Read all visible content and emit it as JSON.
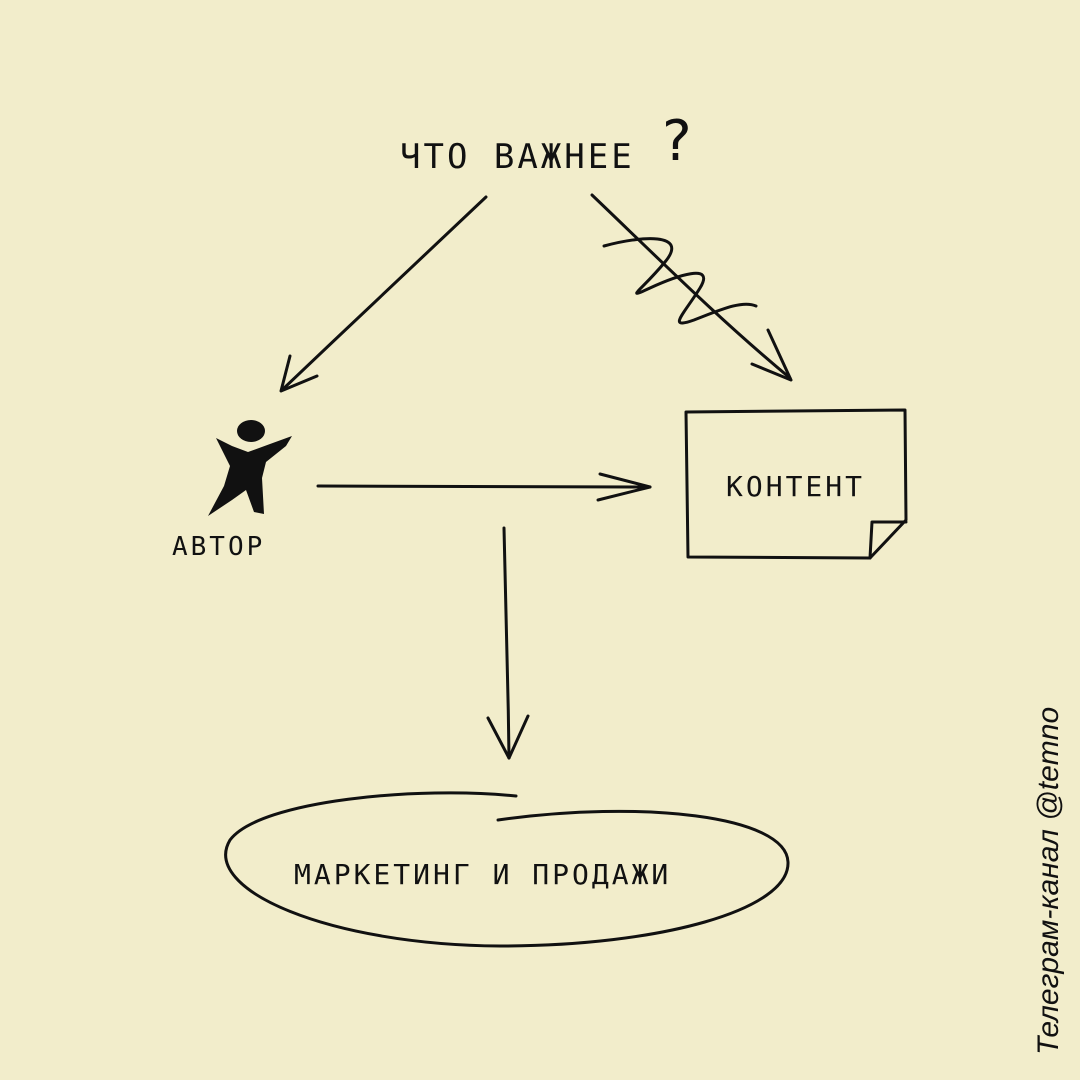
{
  "diagram": {
    "question": "Что важнее",
    "question_mark": "?",
    "author_label": "Автор",
    "content_label": "Контент",
    "marketing_label": "Маркетинг и продажи"
  },
  "credit": {
    "text": "Телеграм-канал @temno"
  },
  "colors": {
    "background": "#F2EDCB",
    "ink": "#111111"
  }
}
